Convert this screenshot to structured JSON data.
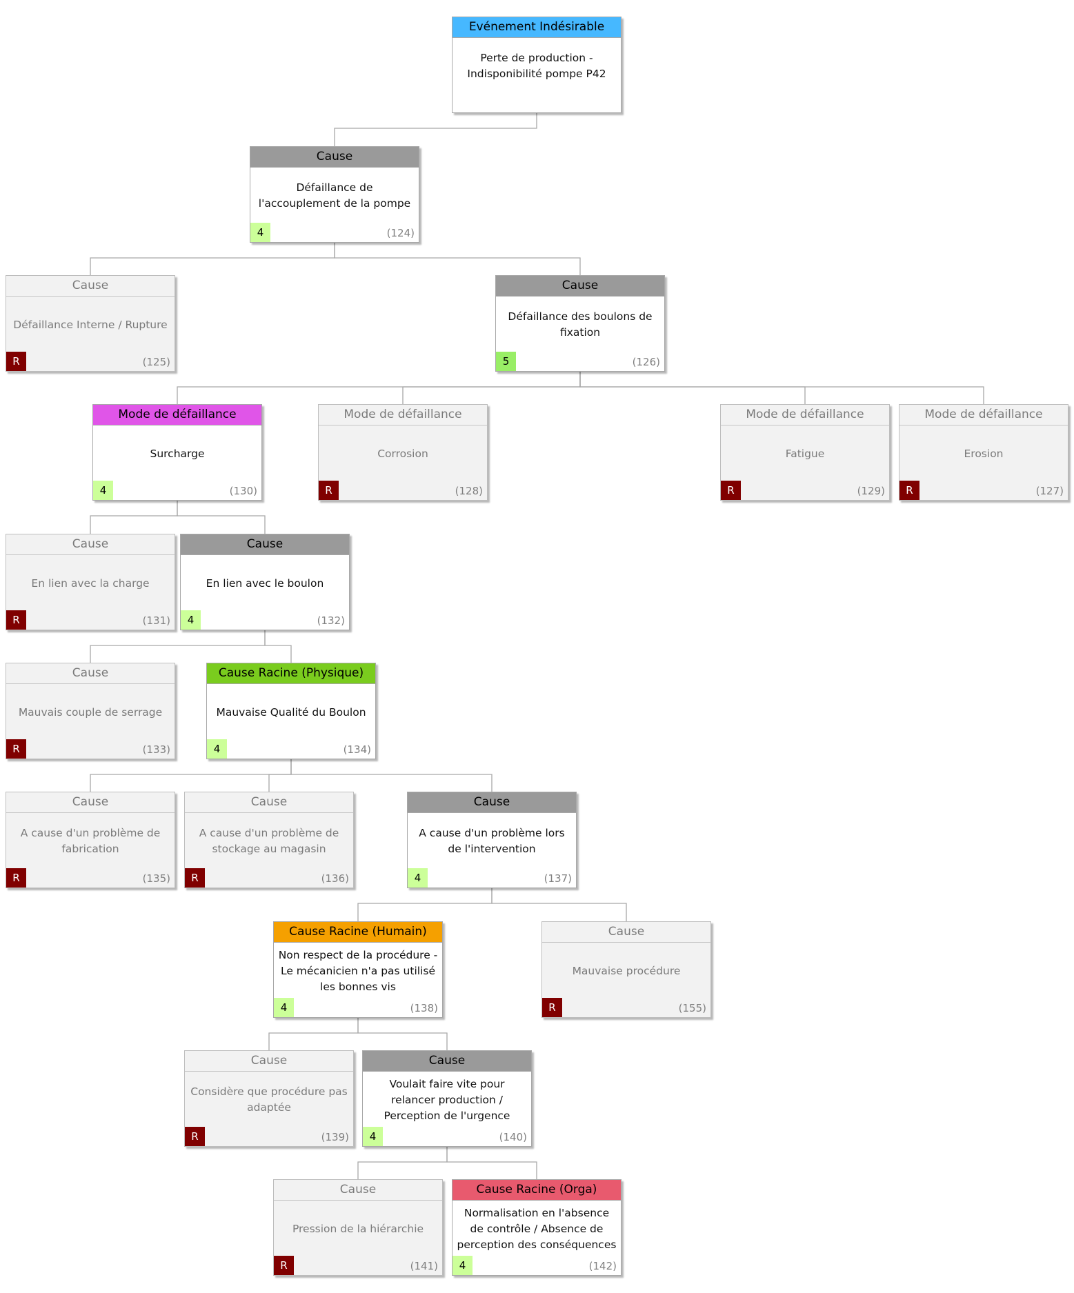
{
  "colors": {
    "event": "#46b8ff",
    "cause": "#9a9a9a",
    "mode": "#e055e8",
    "root_physical": "#7acc1e",
    "root_human": "#f5a000",
    "root_orga": "#e85a6e",
    "rejected_header": "#f2f2f2",
    "score_bg": "#ccff99",
    "score_high_bg": "#99ee66",
    "reject_badge": "#800000",
    "connector": "#a8a8a8"
  },
  "nodes": [
    {
      "id": "event",
      "kind": "event",
      "header": "Evénement Indésirable",
      "text": "Perte de production - Indisponibilité pompe P42",
      "badge": "",
      "ref": ""
    },
    {
      "id": "n124",
      "kind": "cause",
      "header": "Cause",
      "text": "Défaillance de l'accouplement de la pompe",
      "badge": "4",
      "ref": "(124)"
    },
    {
      "id": "n125",
      "kind": "rejected",
      "header": "Cause",
      "text": "Défaillance Interne / Rupture",
      "badge": "R",
      "ref": "(125)"
    },
    {
      "id": "n126",
      "kind": "cause",
      "header": "Cause",
      "text": "Défaillance des boulons de fixation",
      "badge": "5",
      "ref": "(126)"
    },
    {
      "id": "n130",
      "kind": "mode",
      "header": "Mode de défaillance",
      "text": "Surcharge",
      "badge": "4",
      "ref": "(130)"
    },
    {
      "id": "n128",
      "kind": "rejected",
      "header": "Mode de défaillance",
      "text": "Corrosion",
      "badge": "R",
      "ref": "(128)"
    },
    {
      "id": "n129",
      "kind": "rejected",
      "header": "Mode de défaillance",
      "text": "Fatigue",
      "badge": "R",
      "ref": "(129)"
    },
    {
      "id": "n127",
      "kind": "rejected",
      "header": "Mode de défaillance",
      "text": "Erosion",
      "badge": "R",
      "ref": "(127)"
    },
    {
      "id": "n131",
      "kind": "rejected",
      "header": "Cause",
      "text": "En lien avec la charge",
      "badge": "R",
      "ref": "(131)"
    },
    {
      "id": "n132",
      "kind": "cause",
      "header": "Cause",
      "text": "En lien avec le boulon",
      "badge": "4",
      "ref": "(132)"
    },
    {
      "id": "n133",
      "kind": "rejected",
      "header": "Cause",
      "text": "Mauvais couple de serrage",
      "badge": "R",
      "ref": "(133)"
    },
    {
      "id": "n134",
      "kind": "root_physical",
      "header": "Cause Racine (Physique)",
      "text": "Mauvaise Qualité du Boulon",
      "badge": "4",
      "ref": "(134)"
    },
    {
      "id": "n135",
      "kind": "rejected",
      "header": "Cause",
      "text": "A cause d'un problème de fabrication",
      "badge": "R",
      "ref": "(135)"
    },
    {
      "id": "n136",
      "kind": "rejected",
      "header": "Cause",
      "text": "A cause d'un problème de stockage au magasin",
      "badge": "R",
      "ref": "(136)"
    },
    {
      "id": "n137",
      "kind": "cause",
      "header": "Cause",
      "text": "A cause d'un problème lors de l'intervention",
      "badge": "4",
      "ref": "(137)"
    },
    {
      "id": "n138",
      "kind": "root_human",
      "header": "Cause Racine (Humain)",
      "text": "Non respect de la procédure - Le mécanicien n'a pas utilisé les bonnes vis",
      "badge": "4",
      "ref": "(138)"
    },
    {
      "id": "n155",
      "kind": "rejected",
      "header": "Cause",
      "text": "Mauvaise procédure",
      "badge": "R",
      "ref": "(155)"
    },
    {
      "id": "n139",
      "kind": "rejected",
      "header": "Cause",
      "text": "Considère que procédure pas adaptée",
      "badge": "R",
      "ref": "(139)"
    },
    {
      "id": "n140",
      "kind": "cause",
      "header": "Cause",
      "text": "Voulait faire vite pour relancer production / Perception de l'urgence",
      "badge": "4",
      "ref": "(140)"
    },
    {
      "id": "n141",
      "kind": "rejected",
      "header": "Cause",
      "text": "Pression de la hiérarchie",
      "badge": "R",
      "ref": "(141)"
    },
    {
      "id": "n142",
      "kind": "root_orga",
      "header": "Cause Racine (Orga)",
      "text": "Normalisation en l'absence de contrôle / Absence de perception des conséquences",
      "badge": "4",
      "ref": "(142)"
    }
  ],
  "edges": [
    [
      "event",
      "n124"
    ],
    [
      "n124",
      "n125"
    ],
    [
      "n124",
      "n126"
    ],
    [
      "n126",
      "n130"
    ],
    [
      "n126",
      "n128"
    ],
    [
      "n126",
      "n129"
    ],
    [
      "n126",
      "n127"
    ],
    [
      "n130",
      "n131"
    ],
    [
      "n130",
      "n132"
    ],
    [
      "n132",
      "n133"
    ],
    [
      "n132",
      "n134"
    ],
    [
      "n134",
      "n135"
    ],
    [
      "n134",
      "n136"
    ],
    [
      "n134",
      "n137"
    ],
    [
      "n137",
      "n138"
    ],
    [
      "n137",
      "n155"
    ],
    [
      "n138",
      "n139"
    ],
    [
      "n138",
      "n140"
    ],
    [
      "n140",
      "n141"
    ],
    [
      "n140",
      "n142"
    ]
  ]
}
